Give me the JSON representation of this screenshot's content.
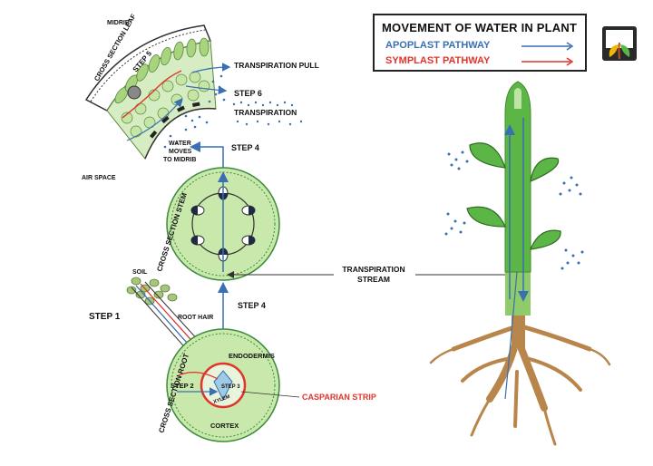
{
  "legend": {
    "title": "MOVEMENT OF WATER IN PLANT",
    "apoplast": "APOPLAST PATHWAY",
    "symplast": "SYMPLAST PATHWAY"
  },
  "leaf": {
    "side_label": "CROSS SECTION LEAF",
    "midrib": "MIDRIB",
    "step5": "STEP 5",
    "air_space": "AIR SPACE",
    "water_moves_1": "WATER",
    "water_moves_2": "MOVES",
    "water_moves_3": "TO MIDRIB"
  },
  "labels": {
    "transpiration_pull": "TRANSPIRATION PULL",
    "step6": "STEP 6",
    "transpiration": "TRANSPIRATION",
    "step4_top": "STEP 4",
    "step4_mid": "STEP 4",
    "transpiration_stream_1": "TRANSPIRATION",
    "transpiration_stream_2": "STREAM",
    "soil": "SOIL",
    "root_hair": "ROOT HAIR",
    "step1": "STEP 1"
  },
  "stem": {
    "side_label": "CROSS SECTION STEM"
  },
  "root": {
    "side_label": "CROSS SECTION ROOT",
    "endodermis": "ENDODERMIS",
    "step2": "STEP 2",
    "step3": "STEP 3",
    "xylem": "XYLEM",
    "cortex": "CORTEX",
    "casparian": "CASPARIAN STRIP"
  },
  "colors": {
    "apoplast": "#3a6fb3",
    "symplast": "#e0342b",
    "tissue_green": "#b7dd98",
    "stem_green": "#5cb646",
    "root_brown": "#b8864b"
  }
}
